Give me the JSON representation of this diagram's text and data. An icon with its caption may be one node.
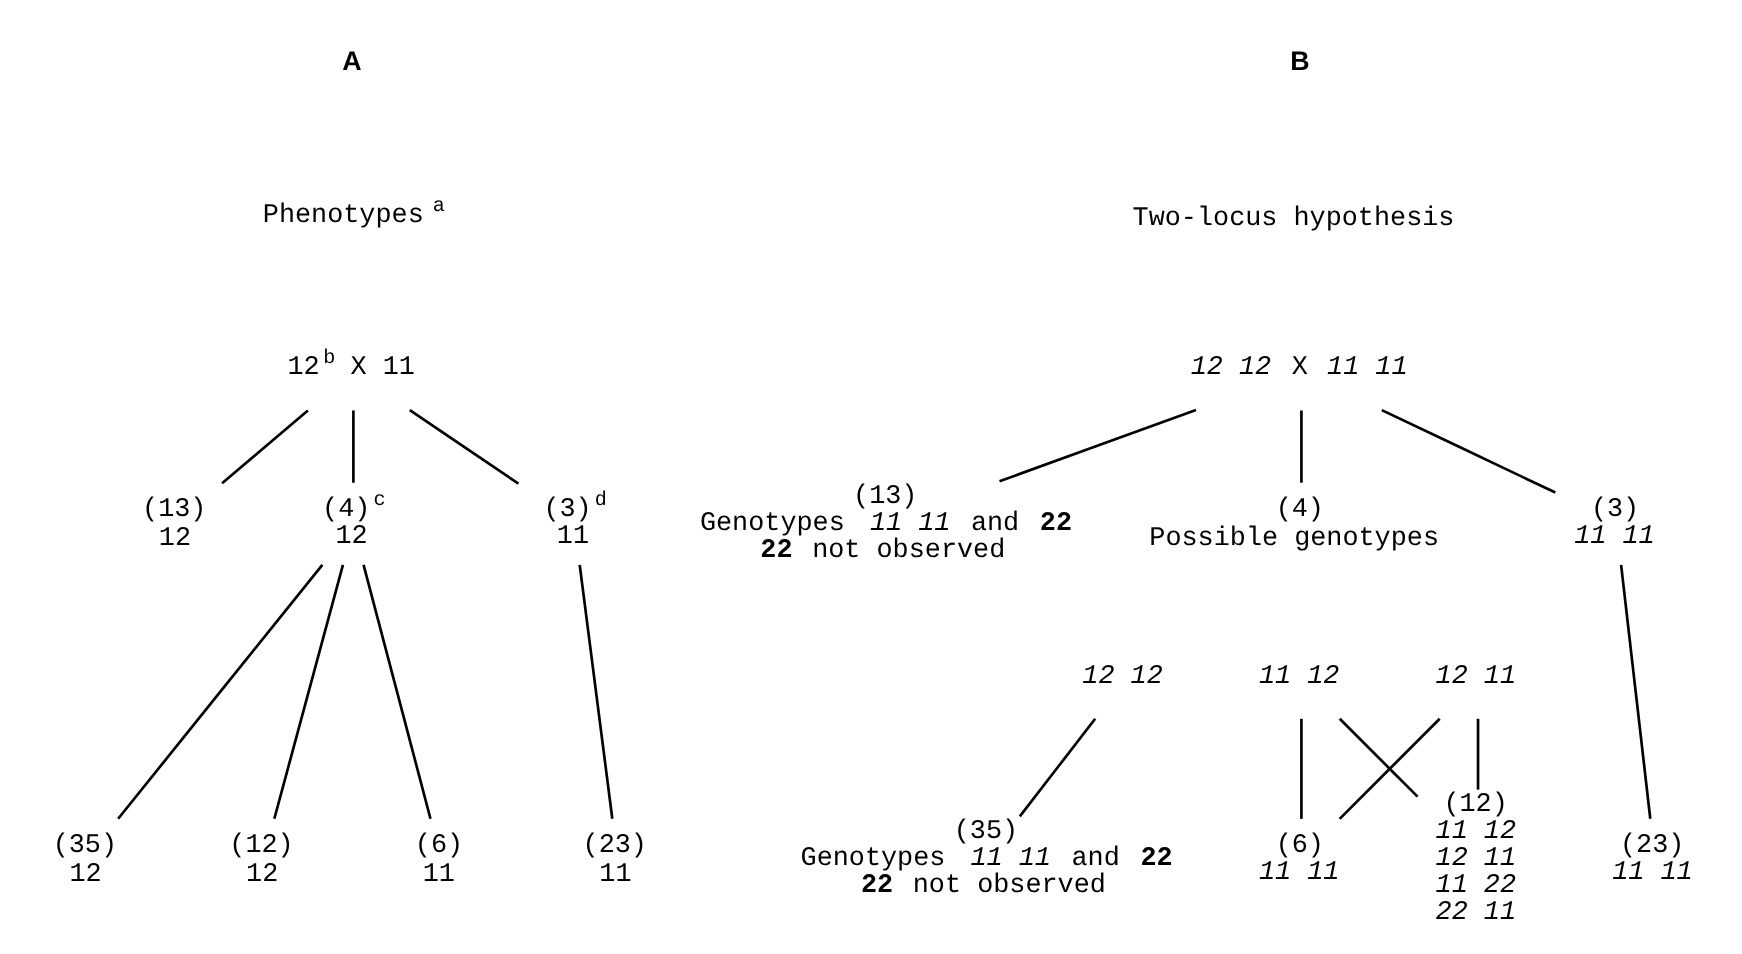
{
  "diagram": {
    "nodes": [
      {
        "text": [
          "12$^{b}$ X 11"
        ]
      },
      {
        "text": [
          "(13)",
          "12"
        ]
      },
      {
        "text": [
          "(4)$^{c}$",
          "12"
        ]
      },
      {
        "text": [
          "(3)$^{d}$",
          "11"
        ]
      },
      {
        "text": [
          "(35)",
          "12"
        ]
      },
      {
        "text": [
          "(12)",
          "12"
        ]
      },
      {
        "text": [
          "(6)",
          "11"
        ]
      },
      {
        "text": [
          "(23)",
          "11"
        ]
      },
      {
        "text": [
          "*12 12* X *11 11*"
        ]
      },
      {
        "text": [
          "(13)",
          "Genotypes *11 11* and **22 22** not observed"
        ]
      },
      {
        "text": [
          "(4)",
          "Possible genotypes"
        ]
      },
      {
        "text": [
          "*11 12*"
        ]
      },
      {
        "text": [
          "*12 11*"
        ]
      },
      {
        "text": [
          "*12 12*"
        ]
      },
      {
        "text": [
          "(3)",
          "*11 11*"
        ]
      },
      {
        "text": [
          "(35)",
          "Genotypes *11 11* and **22 22** not observed"
        ]
      },
      {
        "text": [
          "(12)",
          "*11 12*",
          "*12 11*",
          "*11 22*",
          "*22 11*"
        ]
      },
      {
        "text": [
          "(6)",
          "*11 11*"
        ]
      },
      {
        "text": [
          "(23)",
          "*11 11*"
        ]
      }
    ],
    "edges": [
      {
        "from": 0,
        "to": 1,
        "arrow": "none"
      },
      {
        "from": 0,
        "to": 2,
        "arrow": "none"
      },
      {
        "from": 0,
        "to": 3,
        "arrow": "none"
      },
      {
        "from": 2,
        "to": 4,
        "arrow": "none"
      },
      {
        "from": 2,
        "to": 5,
        "arrow": "none"
      },
      {
        "from": 2,
        "to": 6,
        "arrow": "none"
      },
      {
        "from": 3,
        "to": 7,
        "arrow": "none"
      },
      {
        "from": 8,
        "to": 9,
        "arrow": "none"
      },
      {
        "from": 8,
        "to": 10,
        "arrow": "none"
      },
      {
        "from": 8,
        "to": 14,
        "arrow": "none"
      },
      {
        "from": 11,
        "to": 16,
        "arrow": "none"
      },
      {
        "from": 11,
        "to": 17,
        "arrow": "none"
      },
      {
        "from": 12,
        "to": 16,
        "arrow": "none"
      },
      {
        "from": 12,
        "to": 17,
        "arrow": "none"
      },
      {
        "from": 13,
        "to": 15,
        "arrow": "none"
      },
      {
        "from": 14,
        "to": 18,
        "arrow": "none"
      }
    ],
    "labels": [
      "A",
      "Phenotypes$^{a}$",
      "B",
      "Two-locus hypothesis"
    ]
  }
}
